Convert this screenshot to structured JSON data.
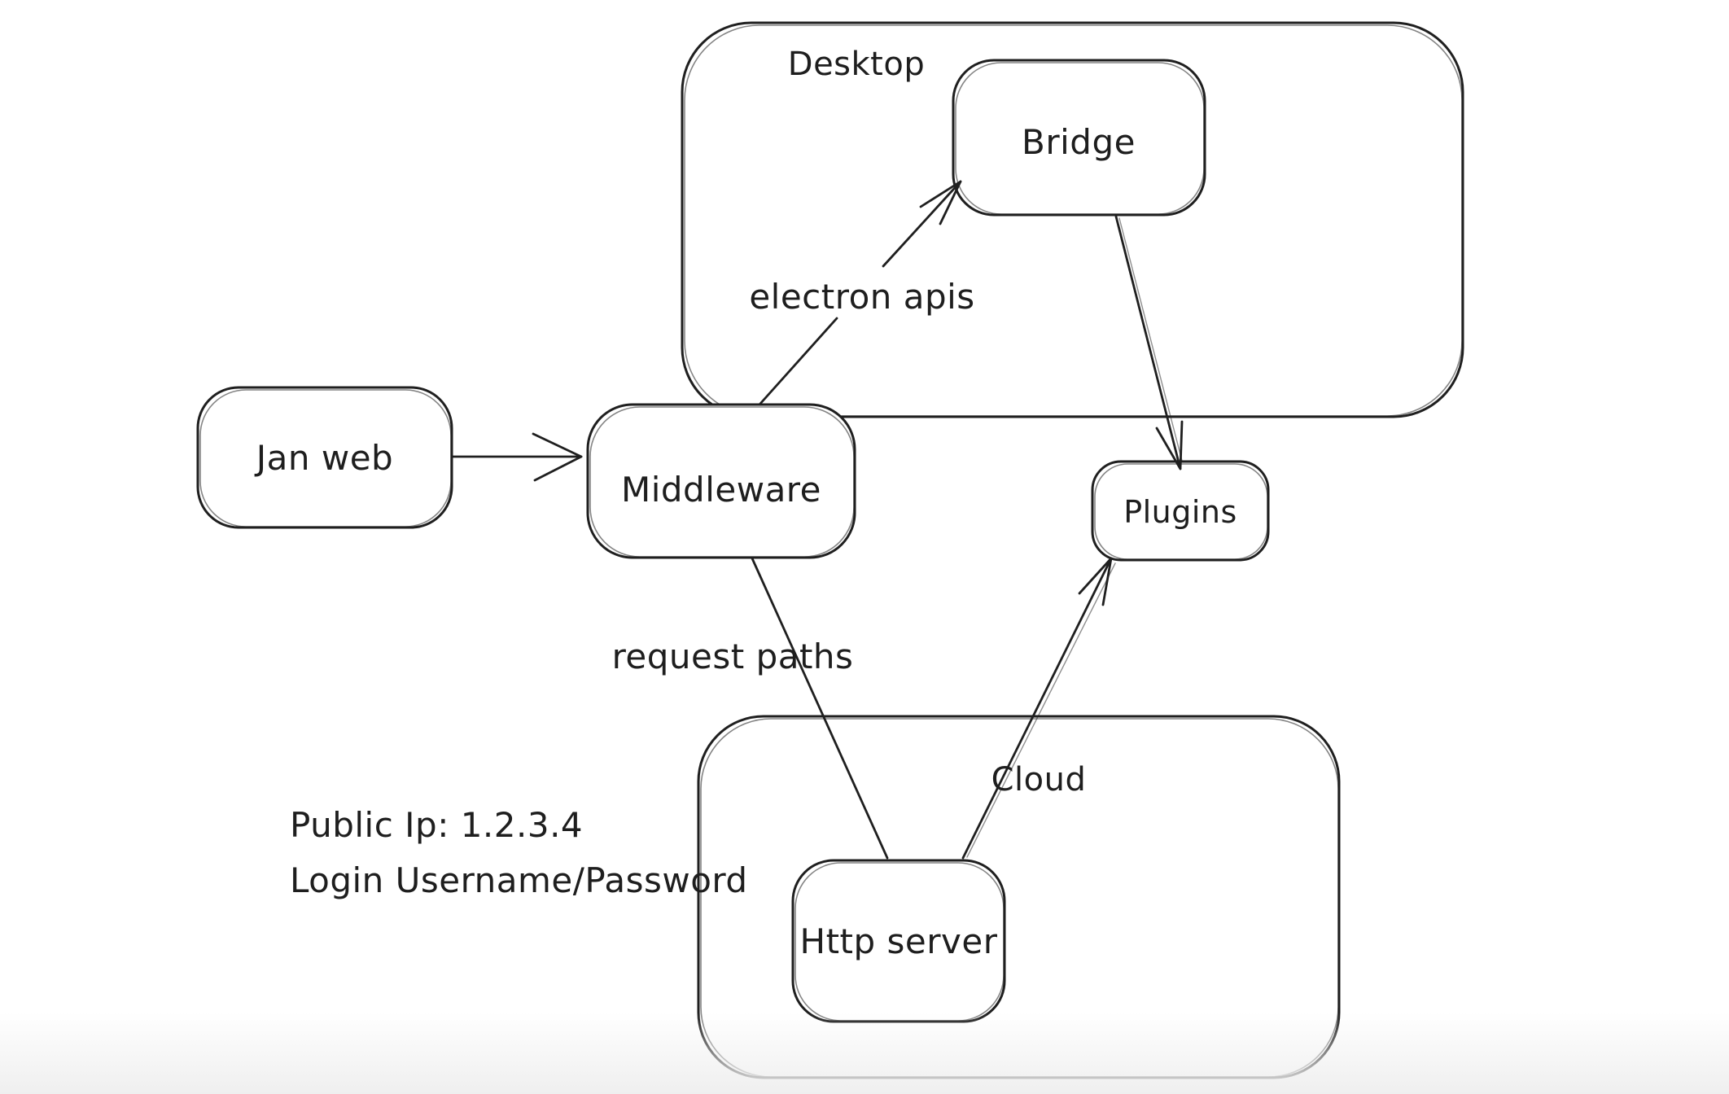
{
  "canvas": {
    "background": "#ffffff",
    "ink_color": "#1e1e1e",
    "bottom_fade_color": "#efefef",
    "style": "hand-drawn whiteboard diagram"
  },
  "containers": {
    "desktop": {
      "label": "Desktop"
    },
    "cloud": {
      "label": "Cloud"
    }
  },
  "nodes": {
    "jan_web": {
      "label": "Jan web"
    },
    "middleware": {
      "label": "Middleware"
    },
    "bridge": {
      "label": "Bridge"
    },
    "plugins": {
      "label": "Plugins"
    },
    "http_server": {
      "label": "Http server"
    }
  },
  "edges": {
    "jan_web_to_middleware": {
      "from": "Jan web",
      "to": "Middleware",
      "label": "",
      "arrowhead": "end"
    },
    "middleware_to_bridge": {
      "from": "Middleware",
      "to": "Bridge",
      "label": "electron apis",
      "arrowhead": "end"
    },
    "bridge_to_plugins": {
      "from": "Bridge",
      "to": "Plugins",
      "label": "",
      "arrowhead": "end"
    },
    "middleware_to_http_server": {
      "from": "Middleware",
      "to": "Http server",
      "label": "request paths",
      "arrowhead": "none"
    },
    "http_server_to_plugins": {
      "from": "Http server",
      "to": "Plugins",
      "label": "",
      "arrowhead": "end"
    }
  },
  "annotations": {
    "public_ip": "Public Ip: 1.2.3.4",
    "login": "Login Username/Password"
  }
}
